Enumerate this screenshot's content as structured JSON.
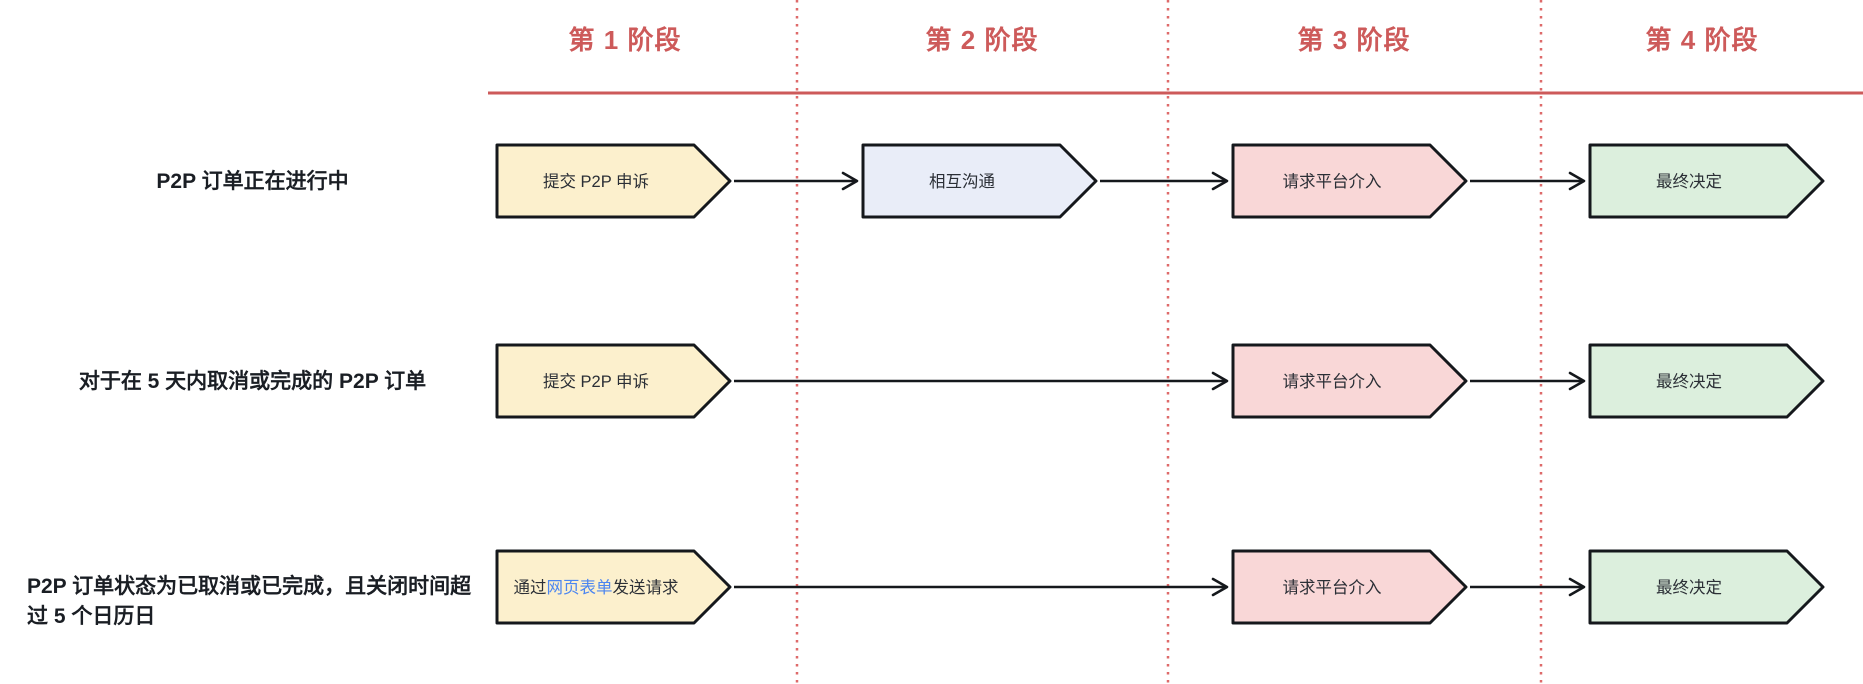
{
  "colors": {
    "stage_header": "#cd5a5a",
    "header_rule": "#cd5a5a",
    "divider": "#de6a6a",
    "node_border": "#15181c",
    "arrow": "#15181c",
    "node_text": "#2b2f36",
    "label_text": "#1a1e24",
    "link_text": "#4c86f0",
    "fill_yellow": "#fcf0cd",
    "fill_blue": "#e9edf8",
    "fill_pink": "#f9d7d7",
    "fill_green": "#dcefdd"
  },
  "stages": [
    {
      "label": "第 1 阶段"
    },
    {
      "label": "第 2 阶段"
    },
    {
      "label": "第 3 阶段"
    },
    {
      "label": "第 4 阶段"
    }
  ],
  "rows": [
    {
      "label": "P2P 订单正在进行中",
      "steps": [
        {
          "stage": 1,
          "text": "提交 P2P 申诉"
        },
        {
          "stage": 2,
          "text": "相互沟通"
        },
        {
          "stage": 3,
          "text": "请求平台介入"
        },
        {
          "stage": 4,
          "text": "最终决定"
        }
      ]
    },
    {
      "label": "对于在 5 天内取消或完成的 P2P 订单",
      "steps": [
        {
          "stage": 1,
          "text": "提交 P2P 申诉"
        },
        {
          "stage": 3,
          "text": "请求平台介入"
        },
        {
          "stage": 4,
          "text": "最终决定"
        }
      ]
    },
    {
      "label": "P2P 订单状态为已取消或已完成，且关闭时间超过 5 个日历日",
      "steps": [
        {
          "stage": 1,
          "text_prefix": "通过",
          "text_link": "网页表单",
          "text_suffix": "发送请求"
        },
        {
          "stage": 3,
          "text": "请求平台介入"
        },
        {
          "stage": 4,
          "text": "最终决定"
        }
      ]
    }
  ]
}
